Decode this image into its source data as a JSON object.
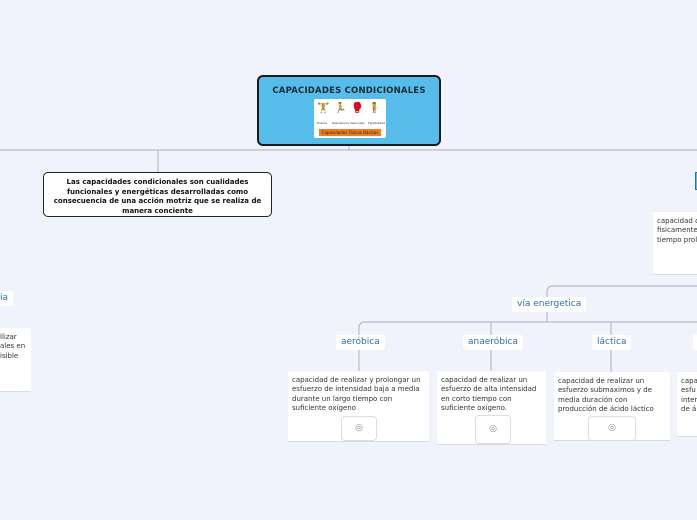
{
  "root": {
    "title": "CAPACIDADES CONDICIONALES",
    "image_labels": [
      "Fuerza",
      "Resistencia",
      "Velocidad",
      "Flexibilidad"
    ],
    "image_caption": "Capacidades Físicas Básicas",
    "color": "#56bdea"
  },
  "description": "Las capacidades condicionales son cualidades funcionales y energéticas desarrolladas como consecuencia de una acción motriz que se realiza de manera conciente",
  "left_partial": {
    "label": "ia",
    "card_lines": [
      "llizar",
      "ales en",
      "isible"
    ]
  },
  "right_partial": {
    "card_lines": [
      "capacidad d",
      "fisicamente",
      "tiempo prol"
    ],
    "bottom_card_lines": [
      "capa",
      "esfu",
      "inter",
      "de á"
    ]
  },
  "via": {
    "label": "vía energetica",
    "children": [
      {
        "label": "aeróbica",
        "text": "capacidad de realizar y prolongar un esfuerzo de intensidad baja a media durante un largo tiempo con suficiente oxígeno"
      },
      {
        "label": "anaeróbica",
        "text": "capacidad de realizar un esfuerzo de alta intensidad en corto tiempo con suficiente oxígeno."
      },
      {
        "label": "láctica",
        "text": "capacidad de realizar un esfuerzo submaximos y de media duración con producción de ácido láctico"
      }
    ]
  },
  "icons": {
    "image": "camera-icon"
  }
}
